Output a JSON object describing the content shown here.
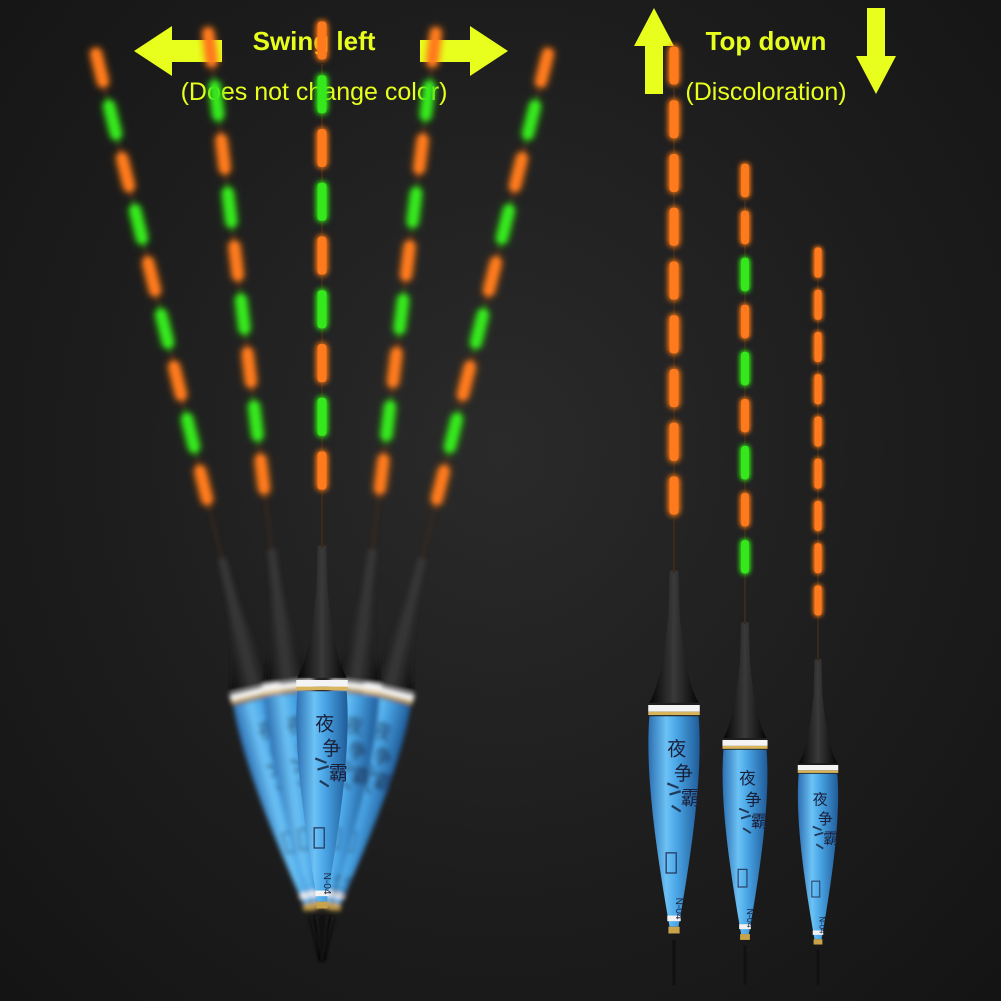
{
  "left_panel": {
    "title": "Swing left",
    "subtitle": "(Does not change color)"
  },
  "right_panel": {
    "title": "Top down",
    "subtitle": "(Discoloration)"
  },
  "float_body_text": {
    "characters": "夜 争 霸",
    "model": "N-04"
  },
  "colors": {
    "label": "#e8ff1e",
    "glow_orange": "#ff7a1a",
    "glow_green": "#36e81c",
    "float_body": "#4aa6e6",
    "background": "#1c1c1c"
  }
}
